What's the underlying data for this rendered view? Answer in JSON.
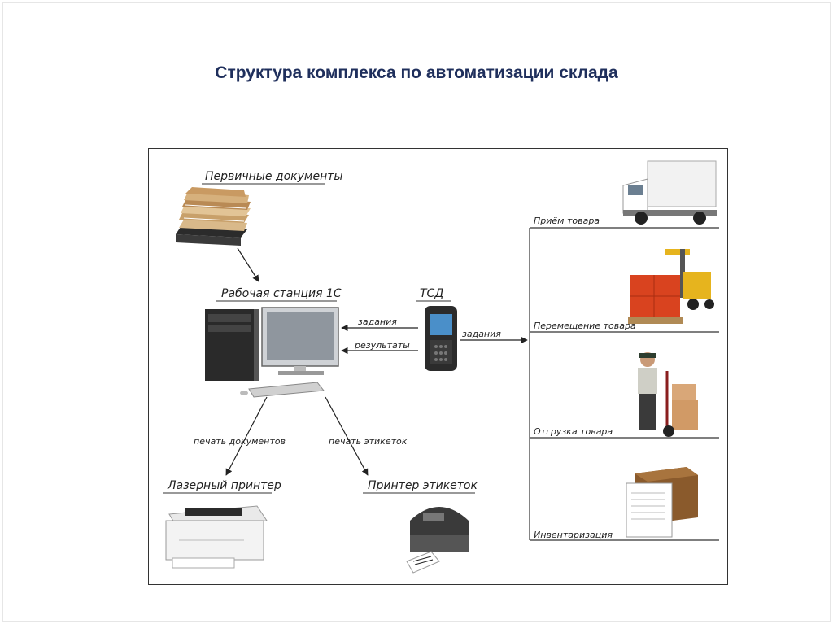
{
  "page": {
    "title": "Структура комплекса по автоматизации склада"
  },
  "nodes": {
    "primary_docs": "Первичные документы",
    "workstation": "Рабочая станция 1С",
    "tsd": "ТСД",
    "laser_printer": "Лазерный принтер",
    "label_printer": "Принтер этикеток"
  },
  "edges": {
    "tasks_to_tsd": "задания",
    "results_to_pc": "результаты",
    "tasks_to_ops": "задания",
    "print_docs": "печать документов",
    "print_labels": "печать этикеток"
  },
  "operations": [
    {
      "label": "Приём товара"
    },
    {
      "label": "Перемещение товара"
    },
    {
      "label": "Отгрузка товара"
    },
    {
      "label": "Инвентаризация"
    }
  ]
}
